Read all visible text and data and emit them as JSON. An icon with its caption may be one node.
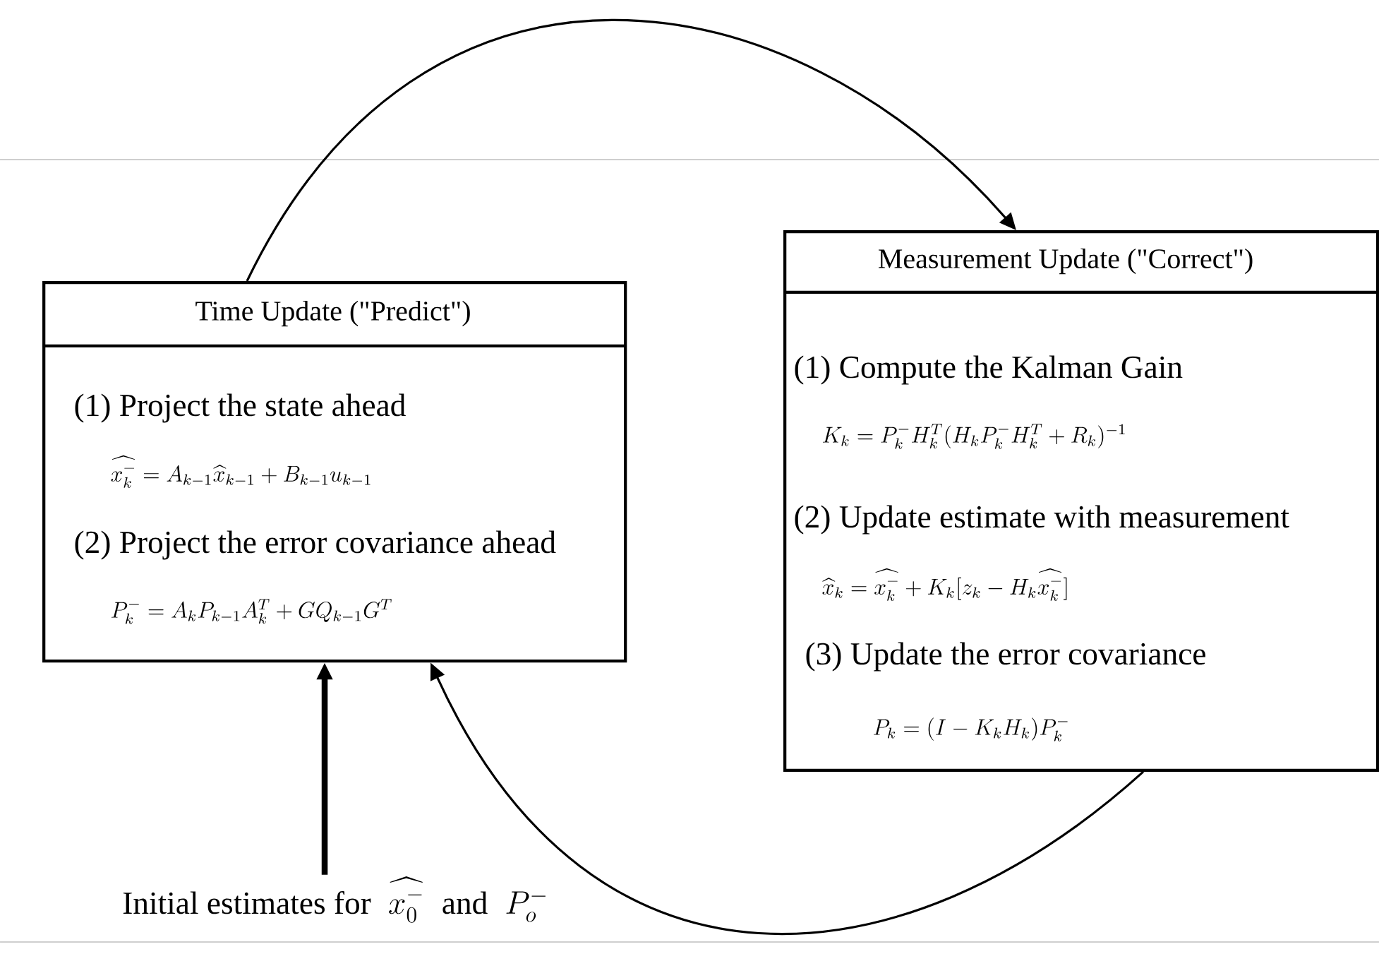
{
  "diagram": {
    "nodes": [
      {
        "text": [
          "Time Update (\"Predict\")",
          "(1) Project the state ahead",
          "\\widehat{x_k^-} = A_{k-1}\\widehat{x}_{k-1} + B_{k-1}u_{k-1}",
          "(2) Project the error covariance ahead",
          "P_k^- = A_kP_{k-1}A_k^T + GQ_{k-1}G^T"
        ]
      },
      {
        "text": [
          "Measurement Update (\"Correct\")",
          "(1) Compute the Kalman Gain",
          "K_k = P_k^-H_k^T(H_kP_k^-H_k^T + R_k)^{-1}",
          "(2) Update estimate with measurement",
          "\\widehat{x}_k = \\widehat{x_k^-} + K_k[z_k - H_k\\widehat{x_k^-}]",
          "(3) Update the error covariance",
          "P_k = (I - K_kH_k)P_k^-"
        ]
      },
      {
        "text": [
          "\\text{Initial estimates for }\\; \\widehat{x_0^-} \\;\\text{ and }\\; P_o^-"
        ]
      }
    ],
    "edges": [
      {
        "from": 0,
        "to": 1,
        "arrow": "to"
      },
      {
        "from": 1,
        "to": 0,
        "arrow": "to"
      },
      {
        "from": 2,
        "to": 0,
        "arrow": "to",
        "style": "thick"
      }
    ]
  }
}
